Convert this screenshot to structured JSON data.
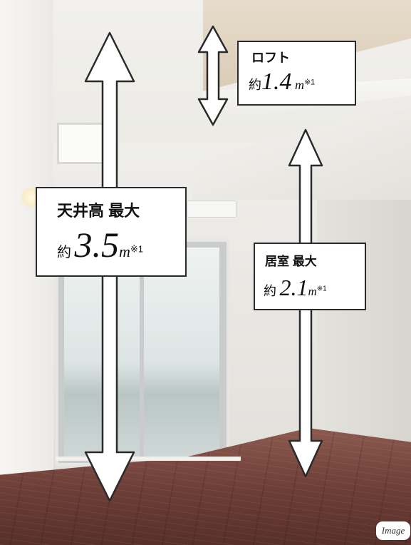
{
  "labels": {
    "ceiling": {
      "title": "天井高 最大",
      "prefix": "約",
      "value": "3.5",
      "unit": "m",
      "note": "※1"
    },
    "loft": {
      "title": "ロフト",
      "prefix": "約",
      "value": "1.4",
      "unit": "m",
      "note": "※1"
    },
    "room": {
      "title": "居室 最大",
      "prefix": "約",
      "value": "2.1",
      "unit": "m",
      "note": "※1"
    }
  },
  "badge": {
    "text": "Image"
  },
  "colors": {
    "arrow_fill": "#ffffff",
    "arrow_stroke": "#2a2a2a",
    "box_border": "#2a2a2a",
    "floor": "#6e3f38"
  },
  "icons": {
    "arrow": "double-headed-arrow"
  }
}
